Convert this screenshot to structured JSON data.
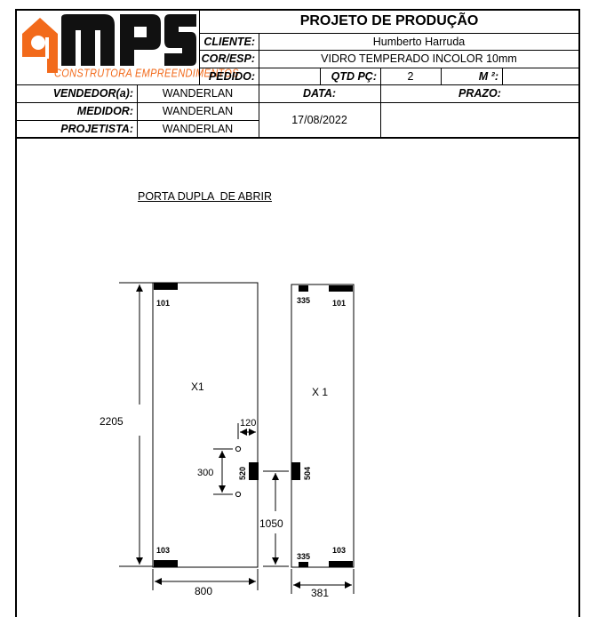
{
  "header": {
    "title": "PROJETO DE PRODUÇÃO",
    "logo_letters": "MPS",
    "logo_subtitle": "CONSTRUTORA EMPREENDIMENTOS",
    "brand_color": "#f26a1b"
  },
  "fields": {
    "cliente_label": "CLIENTE:",
    "cliente_value": "Humberto Harruda",
    "cor_label": "COR/ESP:",
    "cor_value": "VIDRO TEMPERADO INCOLOR 10mm",
    "pedido_label": "PEDIDO:",
    "pedido_value": "",
    "qtd_label": "QTD PÇ:",
    "qtd_value": "2",
    "m2_label": "M ²:",
    "m2_value": "",
    "vendedor_label": "VENDEDOR(a):",
    "vendedor_value": "WANDERLAN",
    "data_label": "DATA:",
    "prazo_label": "PRAZO:",
    "medidor_label": "MEDIDOR:",
    "medidor_value": "WANDERLAN",
    "data_value": "17/08/2022",
    "projetista_label": "PROJETISTA:",
    "projetista_value": "WANDERLAN"
  },
  "drawing": {
    "title": "PORTA DUPLA  DE ABRIR",
    "left_panel": {
      "label": "X1",
      "width": "800",
      "height": "2205",
      "top_tag": "101",
      "bottom_tag": "103",
      "hinge_offset": "120",
      "handle_spacing": "300",
      "lock_tag": "520",
      "lock_height": "1050"
    },
    "right_panel": {
      "label": "X 1",
      "width": "381",
      "top_left_tag": "335",
      "top_right_tag": "101",
      "bottom_left_tag": "335",
      "bottom_right_tag": "103",
      "lock_tag": "504"
    }
  }
}
